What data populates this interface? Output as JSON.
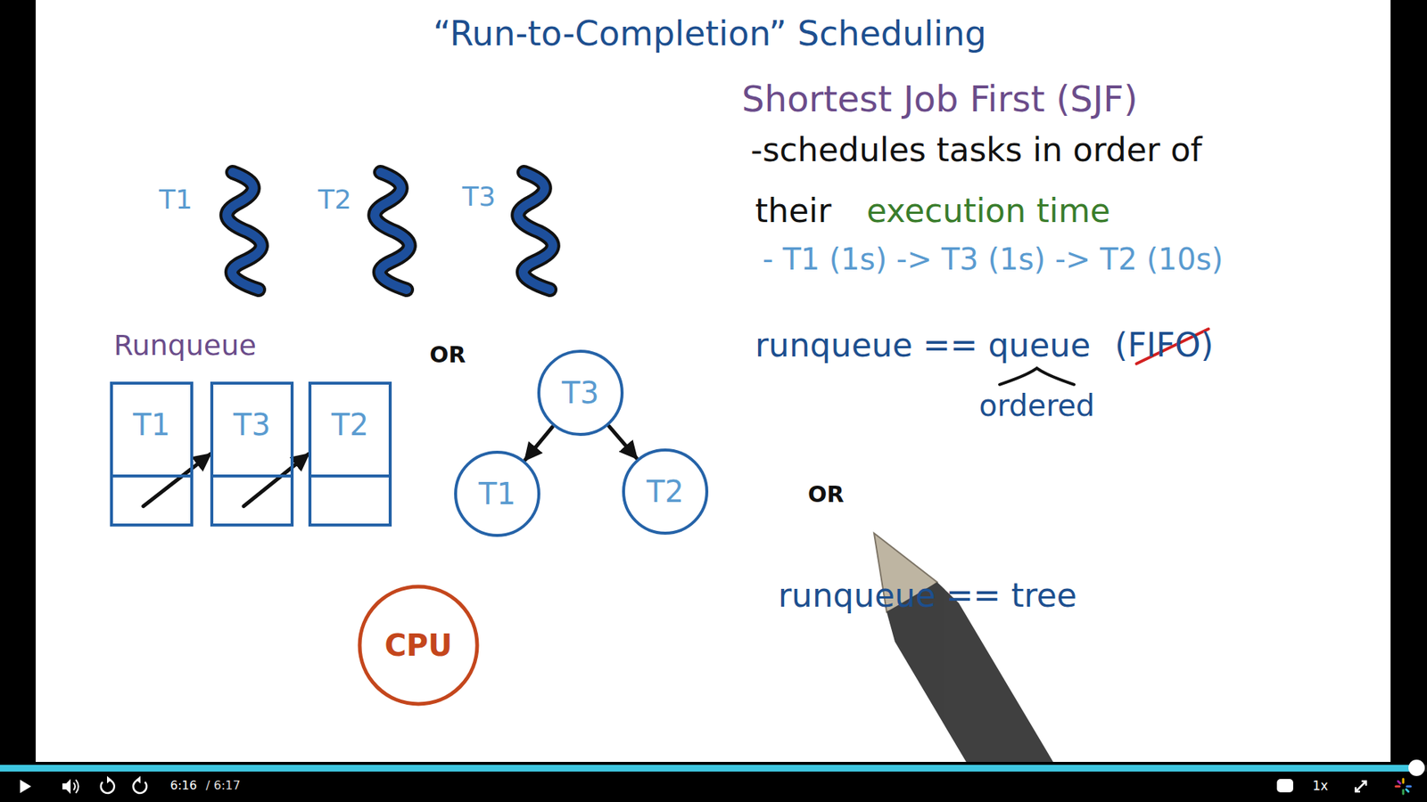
{
  "diagram": {
    "title": "“Run-to-Completion” Scheduling",
    "nodes": [
      {
        "text": [
          "T1"
        ]
      },
      {
        "text": [
          "T3"
        ]
      },
      {
        "text": [
          "T2"
        ]
      },
      {
        "text": [
          "T3"
        ]
      },
      {
        "text": [
          "T1"
        ]
      },
      {
        "text": [
          "T2"
        ]
      },
      {
        "text": [
          "CPU"
        ]
      }
    ],
    "edges": [
      {
        "from": 0,
        "to": 1,
        "arrow": "to"
      },
      {
        "from": 1,
        "to": 2,
        "arrow": "to"
      },
      {
        "from": 3,
        "to": 4,
        "arrow": "to"
      },
      {
        "from": 3,
        "to": 5,
        "arrow": "to"
      }
    ],
    "labels": [
      "T1",
      "T2",
      "T3",
      "Runqueue",
      "OR",
      "Shortest Job First (SJF)",
      "-schedules tasks in order of",
      "their",
      "execution time",
      "- T1 (1s) -> T3 (1s) -> T2 (10s)",
      "runqueue == queue",
      "(FIFO)",
      "ordered",
      "OR",
      "runqueue == tree",
      "6:16",
      "/ 6:17",
      "1x"
    ]
  }
}
